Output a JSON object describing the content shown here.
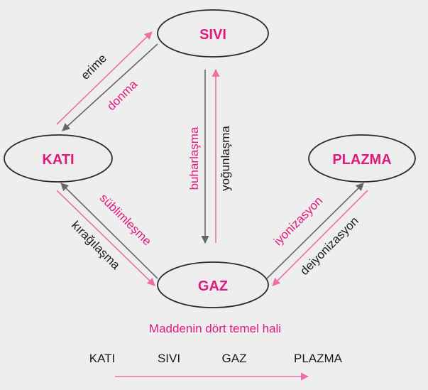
{
  "colors": {
    "background": "#eeeeef",
    "magenta": "#e0197d",
    "pink_arrow": "#ec6fa6",
    "gray_arrow": "#666666",
    "node_fill": "#ededee",
    "node_stroke": "#2a2a2a",
    "label_dark": "#1a1a1a"
  },
  "states": {
    "sivi": "SIVI",
    "kati": "KATI",
    "plazma": "PLAZMA",
    "gaz": "GAZ"
  },
  "transitions": {
    "erime": "erime",
    "donma": "donma",
    "buharlasma": "buharlaşma",
    "yogunlasma": "yoğunlaşma",
    "sublimlesme": "süblimleşme",
    "kiragilasma": "kırağılaşma",
    "iyonizasyon": "iyonizasyon",
    "deiyonizasyon": "deiyonizasyon"
  },
  "caption": "Maddenin dört temel hali",
  "order": [
    "KATI",
    "SIVI",
    "GAZ",
    "PLAZMA"
  ]
}
